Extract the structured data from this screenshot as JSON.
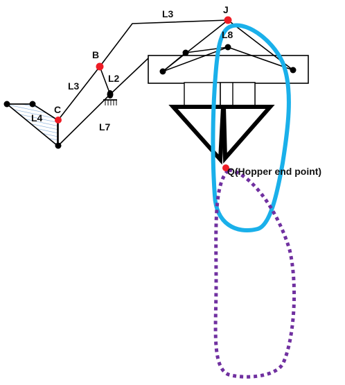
{
  "labels": {
    "J": "J",
    "B": "B",
    "C": "C",
    "L3_top": "L3",
    "L3_left": "L3",
    "L8": "L8",
    "L2": "L2",
    "L4": "L4",
    "L7": "L7",
    "Q": "Q(Hopper end point)"
  },
  "colors": {
    "joint_red": "#ee1c25",
    "joint_black": "#000000",
    "path_blue": "#1ab0ea",
    "path_purple": "#7030a0",
    "hatch": "#7aa7d6",
    "line": "#000000"
  }
}
